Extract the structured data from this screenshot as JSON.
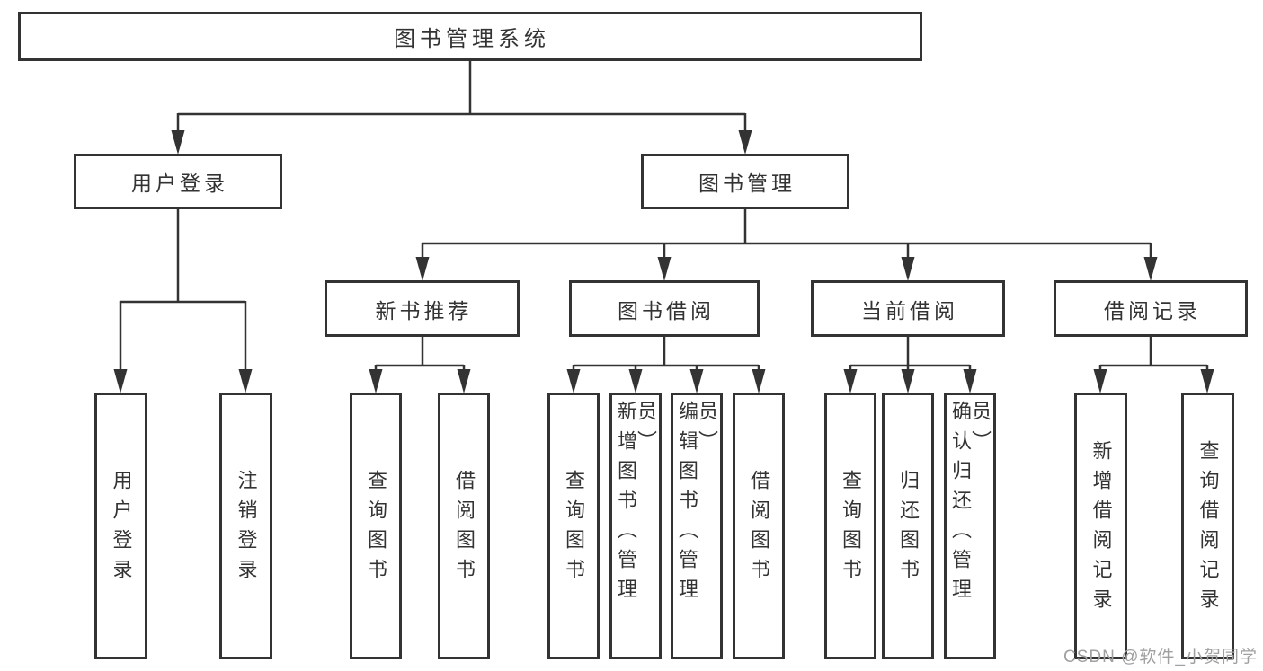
{
  "diagram": {
    "root": {
      "label": "图书管理系统"
    },
    "user_login": {
      "label": "用户登录",
      "children": {
        "login": {
          "label": "用户登录"
        },
        "logout": {
          "label": "注销登录"
        }
      }
    },
    "book_mgmt": {
      "label": "图书管理",
      "children": {
        "new_book_rec": {
          "label": "新书推荐",
          "children": {
            "query": {
              "label": "查询图书"
            },
            "borrow": {
              "label": "借阅图书"
            }
          }
        },
        "book_borrow": {
          "label": "图书借阅",
          "children": {
            "query": {
              "label": "查询图书"
            },
            "add": {
              "label": "新增图书（管理员）"
            },
            "edit": {
              "label": "编辑图书（管理员）"
            },
            "borrow": {
              "label": "借阅图书"
            }
          }
        },
        "current_borrow": {
          "label": "当前借阅",
          "children": {
            "query": {
              "label": "查询图书"
            },
            "return": {
              "label": "归还图书"
            },
            "confirm_return": {
              "label": "确认归还（管理员）"
            }
          }
        },
        "borrow_record": {
          "label": "借阅记录",
          "children": {
            "add": {
              "label": "新增借阅记录"
            },
            "query": {
              "label": "查询借阅记录"
            }
          }
        }
      }
    }
  },
  "watermark": {
    "text": "CSDN @软件_小贺同学"
  },
  "colors": {
    "line": "#333333",
    "text": "#333333",
    "background": "#ffffff",
    "watermark": "#a0a0a0"
  }
}
